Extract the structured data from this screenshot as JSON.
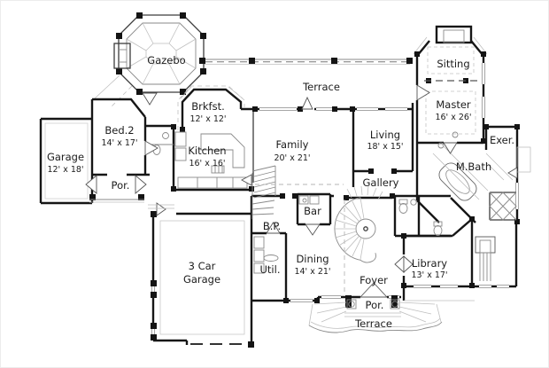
{
  "plan": {
    "type": "residential-floor-plan",
    "colors": {
      "background": "#ffffff",
      "walls": "#161616",
      "light_lines": "#8a8a8a",
      "text": "#1c1c1c"
    },
    "rooms": {
      "gazebo": {
        "name": "Gazebo"
      },
      "terrace_top": {
        "name": "Terrace"
      },
      "sitting": {
        "name": "Sitting"
      },
      "master": {
        "name": "Master",
        "dims": "16' x 26'"
      },
      "exer": {
        "name": "Exer."
      },
      "brkfst": {
        "name": "Brkfst.",
        "dims": "12' x 12'"
      },
      "bed2": {
        "name": "Bed.2",
        "dims": "14' x 17'"
      },
      "kitchen": {
        "name": "Kitchen",
        "dims": "16' x 16'"
      },
      "family": {
        "name": "Family",
        "dims": "20' x 21'"
      },
      "living": {
        "name": "Living",
        "dims": "18' x 15'"
      },
      "garage": {
        "name": "Garage",
        "dims": "12' x 18'"
      },
      "por_left": {
        "name": "Por."
      },
      "mbath": {
        "name": "M.Bath"
      },
      "gallery": {
        "name": "Gallery"
      },
      "bp": {
        "name": "B.P."
      },
      "bar": {
        "name": "Bar"
      },
      "util": {
        "name": "Util."
      },
      "dining": {
        "name": "Dining",
        "dims": "14' x 21'"
      },
      "garage3": {
        "line1": "3 Car",
        "line2": "Garage"
      },
      "foyer": {
        "name": "Foyer"
      },
      "library": {
        "name": "Library",
        "dims": "13' x 17'"
      },
      "por_bottom": {
        "name": "Por."
      },
      "terrace_bottom": {
        "name": "Terrace"
      }
    }
  }
}
